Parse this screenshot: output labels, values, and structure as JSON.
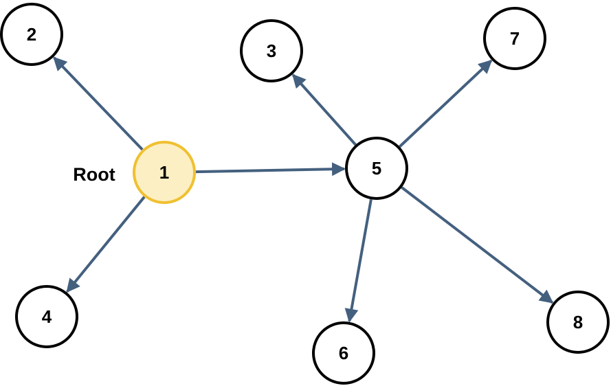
{
  "graph": {
    "root_label": "Root",
    "root_node": "1",
    "nodes": [
      {
        "id": "1",
        "label": "1",
        "fill": "#FCEFC4",
        "stroke": "#F0C030"
      },
      {
        "id": "2",
        "label": "2",
        "fill": "#FFFFFF",
        "stroke": "#000000"
      },
      {
        "id": "3",
        "label": "3",
        "fill": "#FFFFFF",
        "stroke": "#000000"
      },
      {
        "id": "4",
        "label": "4",
        "fill": "#FFFFFF",
        "stroke": "#000000"
      },
      {
        "id": "5",
        "label": "5",
        "fill": "#FFFFFF",
        "stroke": "#000000"
      },
      {
        "id": "6",
        "label": "6",
        "fill": "#FFFFFF",
        "stroke": "#000000"
      },
      {
        "id": "7",
        "label": "7",
        "fill": "#FFFFFF",
        "stroke": "#000000"
      },
      {
        "id": "8",
        "label": "8",
        "fill": "#FFFFFF",
        "stroke": "#000000"
      }
    ],
    "edges": [
      {
        "from": "1",
        "to": "2"
      },
      {
        "from": "1",
        "to": "4"
      },
      {
        "from": "1",
        "to": "5"
      },
      {
        "from": "5",
        "to": "3"
      },
      {
        "from": "5",
        "to": "7"
      },
      {
        "from": "5",
        "to": "6"
      },
      {
        "from": "5",
        "to": "8"
      }
    ],
    "edge_color": "#44607F"
  }
}
